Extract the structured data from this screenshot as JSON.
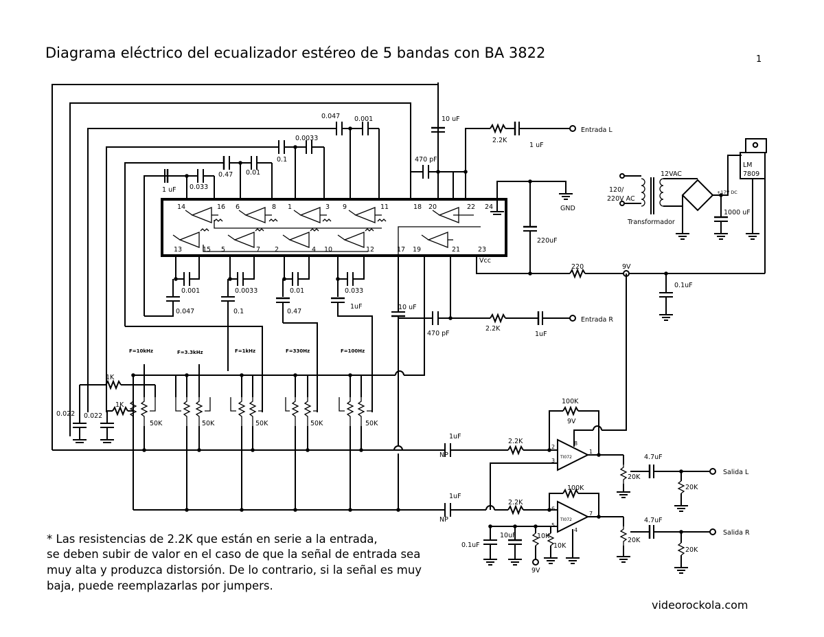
{
  "title": "Diagrama eléctrico del ecualizador estéreo de 5 bandas con BA 3822",
  "page_number": "1",
  "footer_note": [
    "* Las resistencias de 2.2K que están en serie a la entrada,",
    "se deben subir de valor en el caso de que la señal de entrada sea",
    "muy alta y produzca distorsión. De lo contrario, si la señal es muy",
    "baja, puede reemplazarlas por jumpers."
  ],
  "website": "videorockola.com",
  "inputs": {
    "left": "Entrada L",
    "right": "Entrada R"
  },
  "outputs": {
    "left": "Salida L",
    "right": "Salida R"
  },
  "ground_label": "GND",
  "vcc_label": "Vcc",
  "power": {
    "transformer": "Transformador",
    "secondary": "12VAC",
    "mains_line1": "120/",
    "mains_line2": "220V AC",
    "regulator_line1": "LM",
    "regulator_line2": "7809",
    "filter_cap": "1000 uF",
    "rail": "9V",
    "dc_label": "+17V DC",
    "rail_resistor": "220",
    "rail_cap": "0.1uF",
    "ic_cap": "220uF"
  },
  "ic_pins": {
    "top": [
      "14",
      "16",
      "6",
      "8",
      "1",
      "3",
      "9",
      "11",
      "18",
      "20",
      "22",
      "24"
    ],
    "bottom": [
      "13",
      "15",
      "5",
      "7",
      "2",
      "4",
      "10",
      "12",
      "17",
      "19",
      "21",
      "23"
    ]
  },
  "filter_caps_top": [
    "1 uF",
    "0.033",
    "0.47",
    "0.01",
    "0.1",
    "0.0033",
    "0.047",
    "0.001"
  ],
  "filter_caps_bottom": [
    "0.001",
    "0.0033",
    "0.01",
    "0.033",
    "1uF",
    "0.047",
    "0.1",
    "0.47"
  ],
  "coupling": {
    "in_cap_top": "10 uF",
    "in_cap_bottom": "10 uF",
    "fb_cap_top": "470 pF",
    "fb_cap_bottom": "470 pF",
    "in_res": "2.2K",
    "in_cap": "1 uF",
    "in_cap_r": "1uF"
  },
  "bands": [
    "F=10kHz",
    "F=3.3kHz",
    "F=1kHz",
    "F=330Hz",
    "F=100Hz"
  ],
  "pot_value": "50K",
  "tone_network": {
    "r1": "1K",
    "r2": "1K",
    "c1": "0.022",
    "c2": "0.022"
  },
  "output_stage": {
    "opamp": "TI072",
    "np_cap": "1uF",
    "np_label": "NP",
    "res_in": "2.2K",
    "res_fb": "100K",
    "out_cap": "4.7uF",
    "pot": "20K",
    "load": "20K",
    "bias_caps": [
      "0.1uF",
      "10uF"
    ],
    "bias_res": [
      "10K",
      "10K"
    ],
    "supply": "9V",
    "pins": [
      "2",
      "3",
      "8",
      "1",
      "6",
      "5",
      "4",
      "7"
    ]
  }
}
